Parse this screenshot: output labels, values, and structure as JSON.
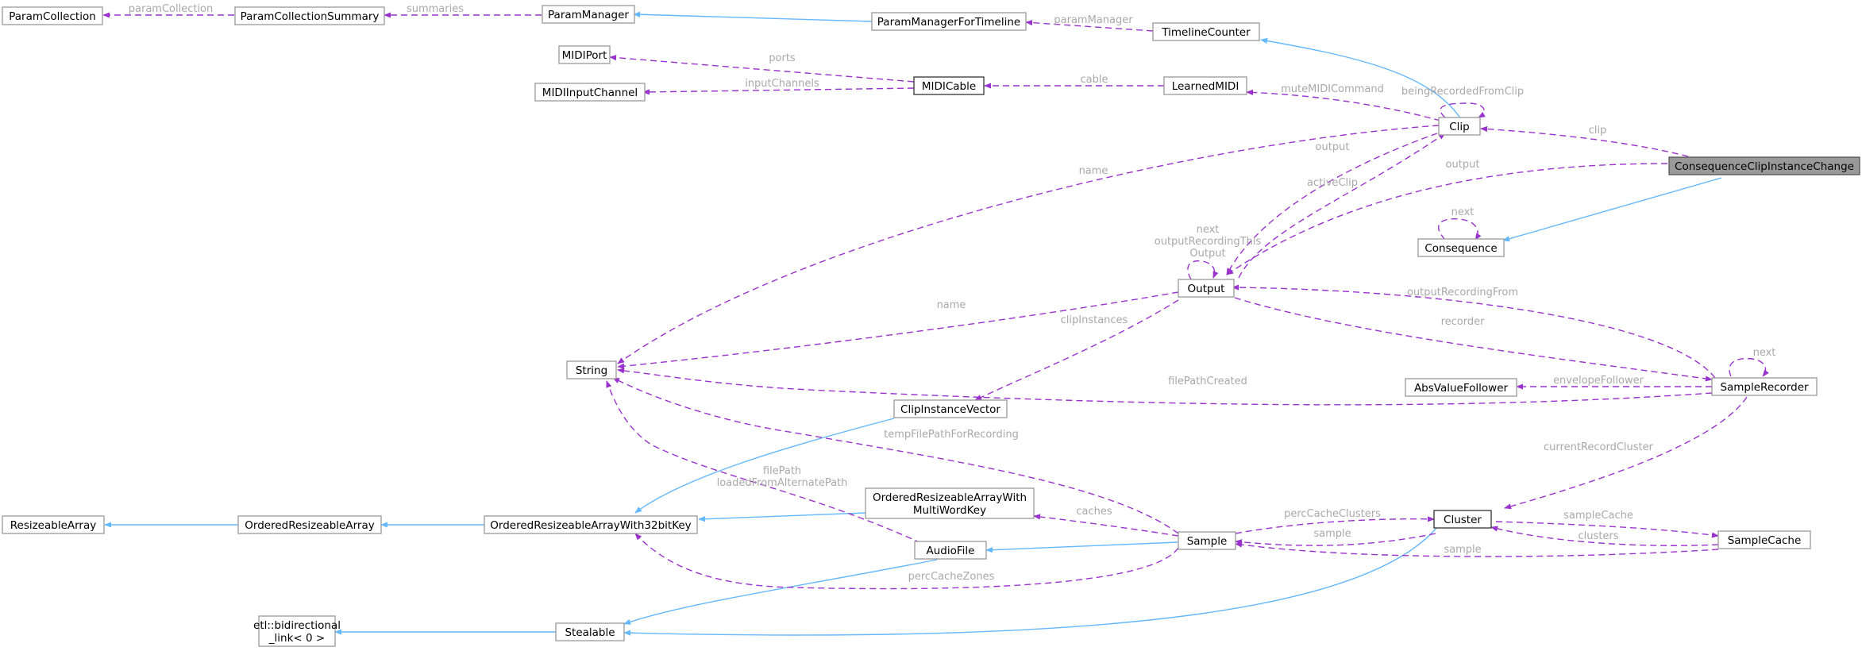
{
  "diagram": {
    "nodes": {
      "param_collection": "ParamCollection",
      "param_collection_summary": "ParamCollectionSummary",
      "param_manager": "ParamManager",
      "param_manager_for_timeline": "ParamManagerForTimeline",
      "timeline_counter": "TimelineCounter",
      "midi_port": "MIDIPort",
      "midi_input_channel": "MIDIInputChannel",
      "midi_cable": "MIDICable",
      "learned_midi": "LearnedMIDI",
      "clip": "Clip",
      "consequence_clip_instance_change": "ConsequenceClipInstanceChange",
      "consequence": "Consequence",
      "output": "Output",
      "string": "String",
      "clip_instance_vector": "ClipInstanceVector",
      "abs_value_follower": "AbsValueFollower",
      "sample_recorder": "SampleRecorder",
      "resizeable_array": "ResizeableArray",
      "ordered_resizeable_array": "OrderedResizeableArray",
      "ordered_resizeable_array_32bit": "OrderedResizeableArrayWith32bitKey",
      "ordered_resizeable_array_multiword_1": "OrderedResizeableArrayWith",
      "ordered_resizeable_array_multiword_2": "MultiWordKey",
      "audio_file": "AudioFile",
      "sample": "Sample",
      "cluster": "Cluster",
      "sample_cache": "SampleCache",
      "etl_bidirectional_1": "etl::bidirectional",
      "etl_bidirectional_2": "_link< 0 >",
      "stealable": "Stealable"
    },
    "edge_labels": {
      "param_collection": "paramCollection",
      "summaries": "summaries",
      "param_manager": "paramManager",
      "ports": "ports",
      "input_channels": "inputChannels",
      "cable": "cable",
      "mute_midi_command": "muteMIDICommand",
      "being_recorded_from_clip": "beingRecordedFromClip",
      "clip": "clip",
      "output_from_consequence": "output",
      "output_from_clip": "output",
      "active_clip": "activeClip",
      "name_clip": "name",
      "next_output_1": "next",
      "next_output_2": "outputRecordingThis",
      "next_output_3": "Output",
      "next_consequence": "next",
      "name_output": "name",
      "clip_instances": "clipInstances",
      "output_recording_from": "outputRecordingFrom",
      "recorder": "recorder",
      "next_sample_recorder": "next",
      "envelope_follower": "envelopeFollower",
      "file_path_created": "filePathCreated",
      "temp_file_path": "tempFilePathForRecording",
      "file_path_1": "filePath",
      "file_path_2": "loadedFromAlternatePath",
      "current_record_cluster": "currentRecordCluster",
      "caches": "caches",
      "perc_cache_clusters": "percCacheClusters",
      "sample_from_cluster": "sample",
      "sample_cache": "sampleCache",
      "clusters": "clusters",
      "sample_from_cache": "sample",
      "perc_cache_zones": "percCacheZones"
    }
  }
}
